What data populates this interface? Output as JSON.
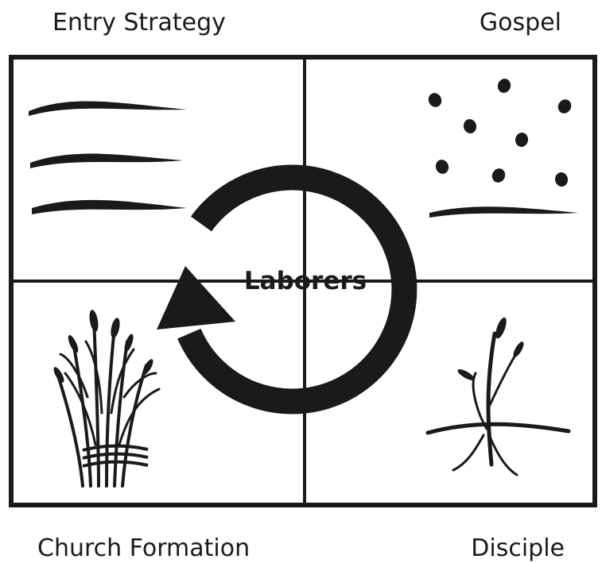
{
  "quadrants": {
    "top_left": "Entry Strategy",
    "top_right": "Gospel",
    "bottom_left": "Church Formation",
    "bottom_right": "Disciple"
  },
  "center": "Laborers",
  "icons": {
    "top_left": "furrows-icon",
    "top_right": "seeds-icon",
    "bottom_left": "wheat-bundle-icon",
    "bottom_right": "sprout-icon",
    "center": "cycle-arrow-icon"
  },
  "colors": {
    "ink": "#1a1a1a",
    "background": "#ffffff"
  }
}
